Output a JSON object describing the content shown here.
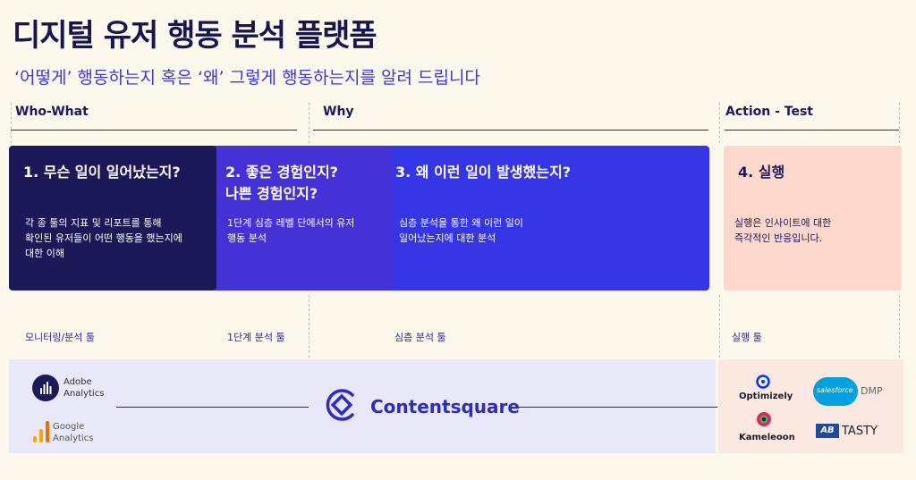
{
  "header": {
    "title": "디지털 유저 행동 분석 플랫폼",
    "subtitle": "‘어떻게’ 행동하는지 혹은 ‘왜’ 그렇게 행동하는지를 알려 드립니다"
  },
  "sections": [
    {
      "label": "Who-What"
    },
    {
      "label": "Why"
    },
    {
      "label": "Action - Test"
    }
  ],
  "cards": [
    {
      "title": "1. 무슨 일이 일어났는지?",
      "desc": "각 종 툴의 지표 및 리포트를 통해\n확인된 유저들이 어떤 행동을 했는지에\n대한 이해",
      "color": "#1c1958"
    },
    {
      "title": "2. 좋은 경험인지?\n나쁜 경험인지?",
      "desc": "1단계 심층 레벨 단에서의 유저\n행동 분석",
      "color": "#4432d6"
    },
    {
      "title": "3. 왜 이런 일이 발생했는지?",
      "desc": "심층 분석을 통한 왜 이런 일이\n일어났는지에 대한 분석",
      "color": "#3535e6"
    },
    {
      "title": "4. 실행",
      "desc": "실행은 인사이트에 대한\n즉각적인 반응입니다.",
      "color": "#fbd7cc"
    }
  ],
  "tools": [
    {
      "label": "모니터링/분석 툴"
    },
    {
      "label": "1단계 분석 툴"
    },
    {
      "label": "심층 분석 툴"
    },
    {
      "label": "실행 툴"
    }
  ],
  "logos": {
    "adobe": "Adobe\nAnalytics",
    "google": "Google\nAnalytics",
    "contentsquare": "Contentsquare",
    "optimizely": "Optimizely",
    "salesforce_word": "salesforce",
    "salesforce_dmp": "DMP",
    "kameleoon": "Kameleoon",
    "abtasty_ab": "AB",
    "abtasty_word": "TASTY"
  }
}
